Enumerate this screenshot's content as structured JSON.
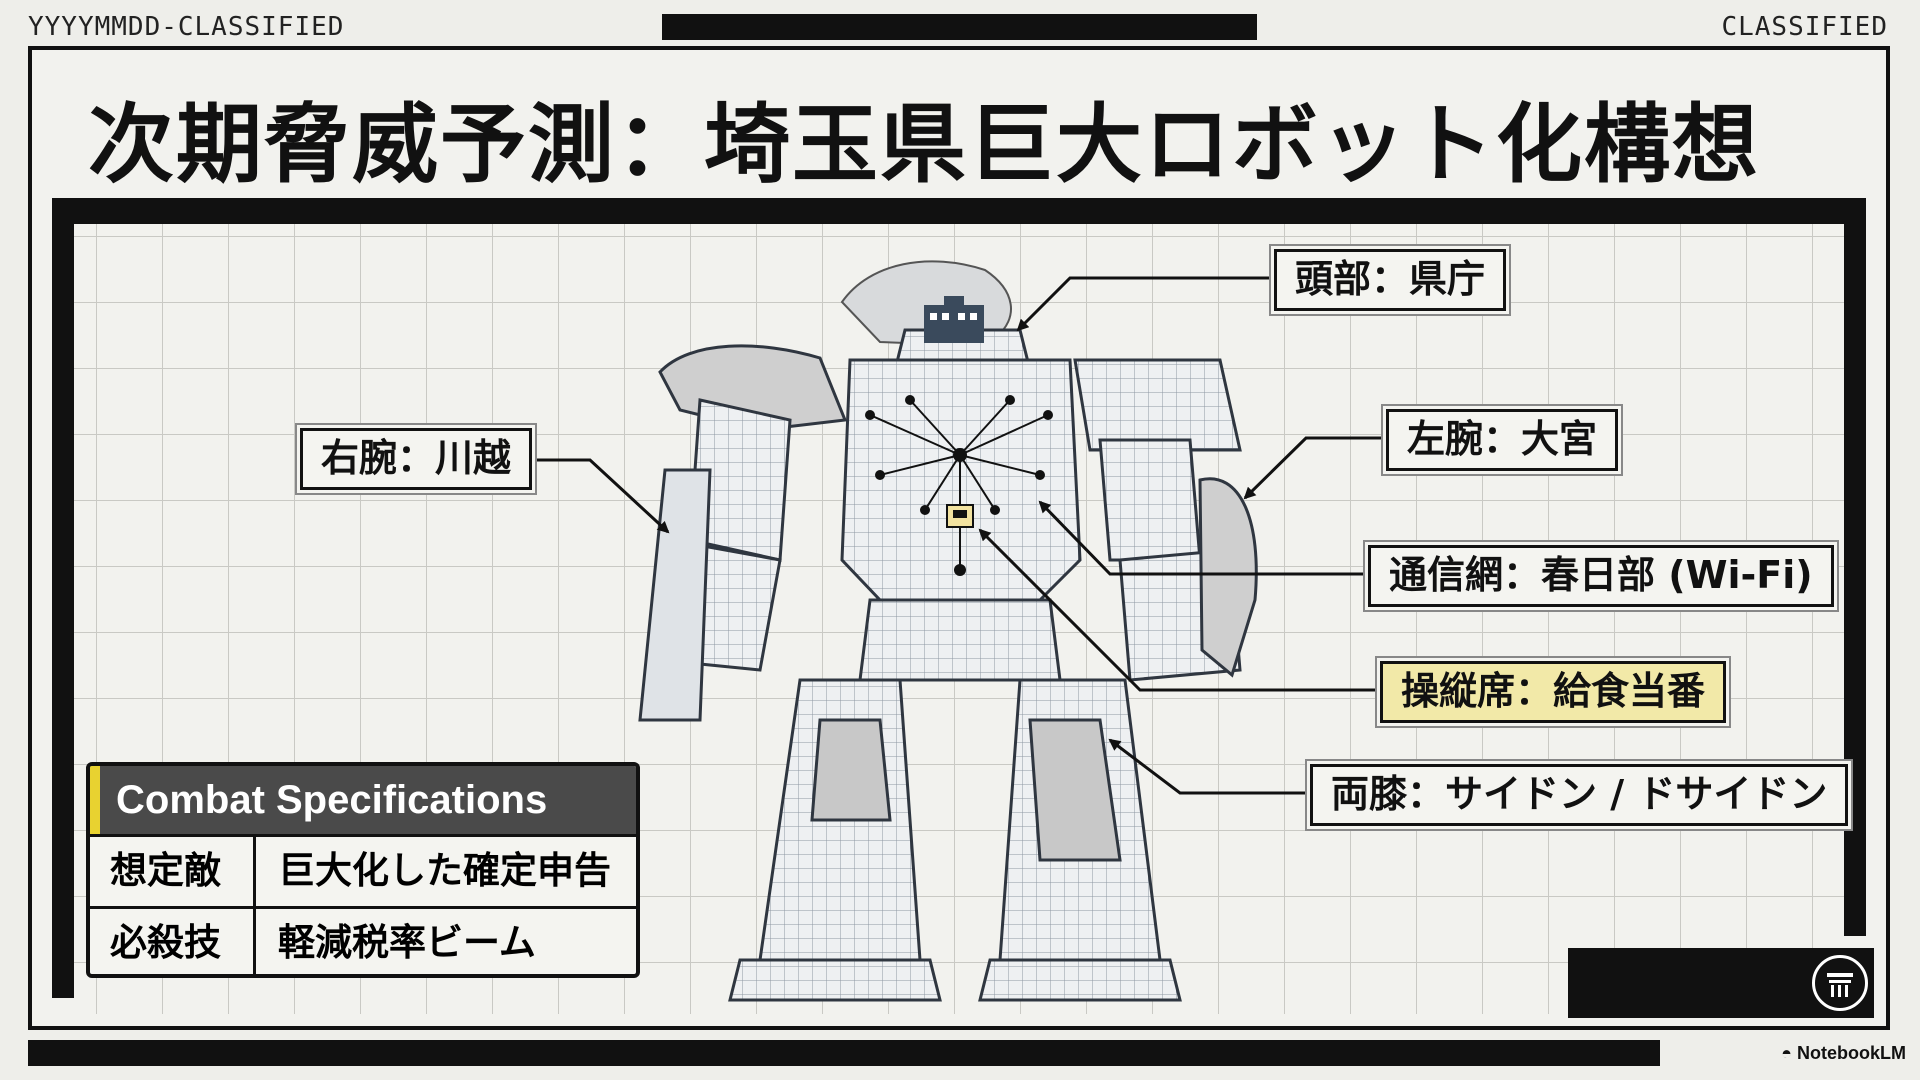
{
  "header": {
    "left_code": "YYYYMMDD-CLASSIFIED",
    "right_code": "CLASSIFIED"
  },
  "title": "次期脅威予測：埼玉県巨大ロボット化構想",
  "labels": {
    "head": "頭部：県庁",
    "right_arm": "右腕：川越",
    "left_arm": "左腕：大宮",
    "network": "通信網：春日部 (Wi-Fi)",
    "cockpit": "操縦席：給食当番",
    "knees": "両膝：サイドン / ドサイドン"
  },
  "specs": {
    "heading": "Combat Specifications",
    "rows": [
      {
        "key": "想定敵",
        "value": "巨大化した確定申告"
      },
      {
        "key": "必殺技",
        "value": "軽減税率ビーム"
      }
    ]
  },
  "footer": {
    "brand": "NotebookLM"
  },
  "colors": {
    "accent_yellow": "#e8d230",
    "cockpit_highlight": "#f2e9a8",
    "ink": "#111111",
    "paper": "#eeeeea"
  },
  "icons": [
    "prefectural-office-icon",
    "cockpit-icon",
    "emblem-icon",
    "notebooklm-logo-icon"
  ]
}
